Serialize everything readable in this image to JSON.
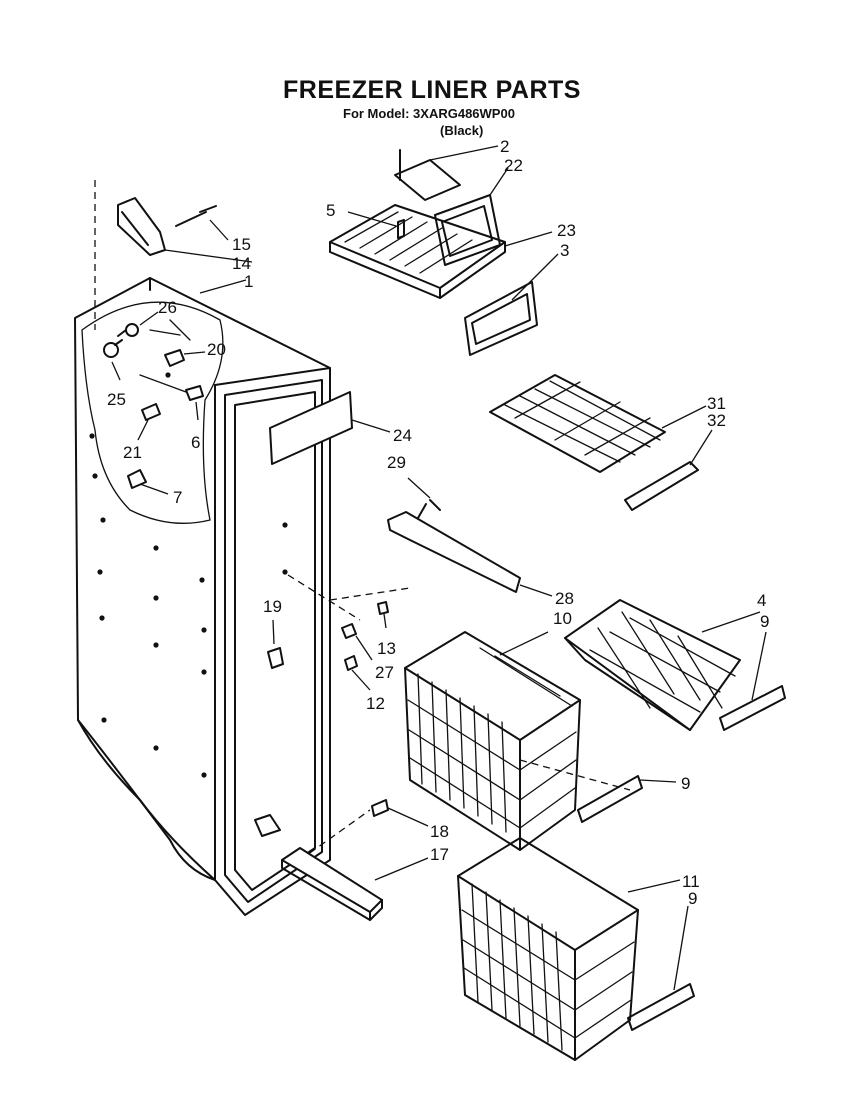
{
  "title": "FREEZER LINER PARTS",
  "model_line": "For Model: 3XARG486WP00",
  "model_variant": "(Black)",
  "part_labels": [
    {
      "id": "2",
      "text": "2"
    },
    {
      "id": "22",
      "text": "22"
    },
    {
      "id": "5",
      "text": "5"
    },
    {
      "id": "23",
      "text": "23"
    },
    {
      "id": "3",
      "text": "3"
    },
    {
      "id": "15",
      "text": "15"
    },
    {
      "id": "14",
      "text": "14"
    },
    {
      "id": "1",
      "text": "1"
    },
    {
      "id": "26",
      "text": "26"
    },
    {
      "id": "20",
      "text": "20"
    },
    {
      "id": "25",
      "text": "25"
    },
    {
      "id": "6",
      "text": "6"
    },
    {
      "id": "21",
      "text": "21"
    },
    {
      "id": "7",
      "text": "7"
    },
    {
      "id": "31",
      "text": "31"
    },
    {
      "id": "32",
      "text": "32"
    },
    {
      "id": "24",
      "text": "24"
    },
    {
      "id": "29",
      "text": "29"
    },
    {
      "id": "28",
      "text": "28"
    },
    {
      "id": "10",
      "text": "10"
    },
    {
      "id": "4",
      "text": "4"
    },
    {
      "id": "9a",
      "text": "9"
    },
    {
      "id": "19",
      "text": "19"
    },
    {
      "id": "13",
      "text": "13"
    },
    {
      "id": "27",
      "text": "27"
    },
    {
      "id": "12",
      "text": "12"
    },
    {
      "id": "9b",
      "text": "9"
    },
    {
      "id": "18",
      "text": "18"
    },
    {
      "id": "17",
      "text": "17"
    },
    {
      "id": "11",
      "text": "11"
    },
    {
      "id": "9c",
      "text": "9"
    }
  ]
}
